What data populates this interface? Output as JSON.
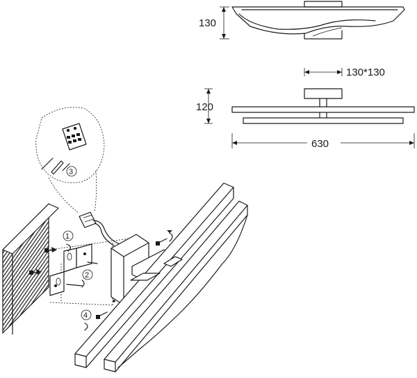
{
  "dimensions": {
    "height_top": "130",
    "base_size": "130*130",
    "height_front": "120",
    "width": "630"
  },
  "steps": [
    "1",
    "2",
    "3",
    "4"
  ]
}
